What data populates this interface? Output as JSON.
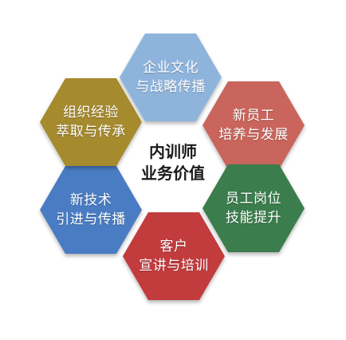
{
  "center": {
    "line1": "内训师",
    "line2": "业务价值"
  },
  "segments": [
    {
      "id": "culture",
      "line1": "企业文化",
      "line2": "与战略传播",
      "color": "#8fb4dc"
    },
    {
      "id": "newhire",
      "line1": "新员工",
      "line2": "培养与发展",
      "color": "#c9655c"
    },
    {
      "id": "skills",
      "line1": "员工岗位",
      "line2": "技能提升",
      "color": "#3a7d4e"
    },
    {
      "id": "customer",
      "line1": "客户",
      "line2": "宣讲与培训",
      "color": "#c23a3c"
    },
    {
      "id": "tech",
      "line1": "新技术",
      "line2": "引进与传播",
      "color": "#4a7bc2"
    },
    {
      "id": "experience",
      "line1": "组织经验",
      "line2": "萃取与传承",
      "color": "#a58a2e"
    }
  ]
}
